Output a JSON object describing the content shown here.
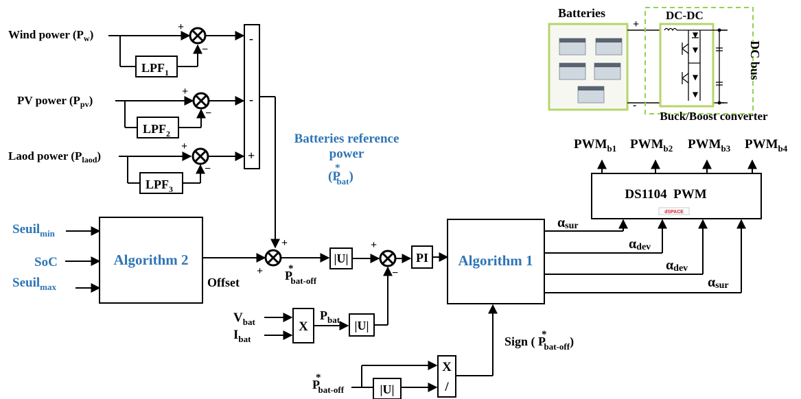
{
  "colors": {
    "accent_blue": "#2e75b6",
    "battery_box": "#b5d66b",
    "converter_dash": "#92d050"
  },
  "inputs": {
    "wind": {
      "label": "Wind power (P",
      "sub": "w",
      "end": ")"
    },
    "pv": {
      "label": "PV power (P",
      "sub": "pv",
      "end": ")"
    },
    "load": {
      "label": "Laod power (P",
      "sub": "laod",
      "end": ")"
    }
  },
  "lpf": [
    {
      "base": "LPF",
      "sub": "1"
    },
    {
      "base": "LPF",
      "sub": "2"
    },
    {
      "base": "LPF",
      "sub": "3"
    }
  ],
  "signs": {
    "plus": "+",
    "minus": "−",
    "minus_narrow": "-"
  },
  "column_signs": [
    "-",
    "-",
    "+"
  ],
  "ref_power": {
    "line1": "Batteries reference",
    "line2": "power",
    "sym": "(P",
    "sup": "*",
    "sub": "bat",
    "end": ")"
  },
  "algo2": {
    "label": "Algorithm 2",
    "inputs": [
      {
        "base": "Seuil",
        "sub": "min"
      },
      {
        "base": "SoC",
        "sub": ""
      },
      {
        "base": "Seuil",
        "sub": "max"
      }
    ],
    "output": "Offset"
  },
  "pbat_off": {
    "base": "P",
    "sup": "*",
    "sub": "bat-off"
  },
  "abs_label": "|U|",
  "pi_label": "PI",
  "algo1": {
    "label": "Algorithm 1"
  },
  "alphas": [
    {
      "base": "α",
      "sub": "sur"
    },
    {
      "base": "α",
      "sub": "dev"
    },
    {
      "base": "α",
      "sub": "dev"
    },
    {
      "base": "α",
      "sub": "sur"
    }
  ],
  "pwm_block": {
    "label": "DS1104  PWM",
    "logo": "dSPACE"
  },
  "pwm_outputs": [
    {
      "base": "PWM",
      "sub": "b1"
    },
    {
      "base": "PWM",
      "sub": "b2"
    },
    {
      "base": "PWM",
      "sub": "b3"
    },
    {
      "base": "PWM",
      "sub": "b4"
    }
  ],
  "measure": {
    "v": {
      "base": "V",
      "sub": "bat"
    },
    "i": {
      "base": "I",
      "sub": "bat"
    },
    "mult": "X",
    "pbat": {
      "base": "P",
      "sub": "bat"
    }
  },
  "sign_label": {
    "prefix": "Sign ( ",
    "base": "P",
    "sup": "*",
    "sub": "bat-off",
    "end": ")"
  },
  "divider": {
    "top": "X",
    "bottom": "/"
  },
  "hardware": {
    "batteries": "Batteries",
    "dcdc": "DC-DC",
    "dcbus": "DC bus",
    "converter": "Buck/Boost converter"
  }
}
